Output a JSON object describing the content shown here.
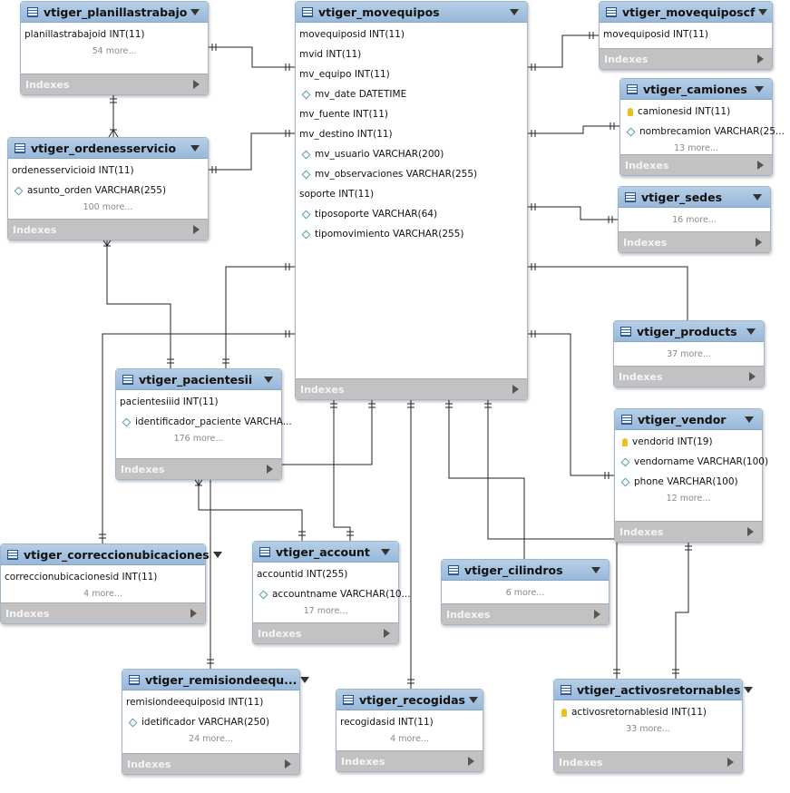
{
  "tables": [
    {
      "id": "planillastrabajo",
      "name": "vtiger_planillastrabajo",
      "columns": [
        {
          "text": "planillastrabajoid INT(11)",
          "icon": "none"
        }
      ],
      "more": "54 more...",
      "indexes": "Indexes"
    },
    {
      "id": "ordenesservicio",
      "name": "vtiger_ordenesservicio",
      "columns": [
        {
          "text": "ordenesservicioid INT(11)",
          "icon": "none"
        },
        {
          "text": "asunto_orden VARCHAR(255)",
          "icon": "diamond"
        }
      ],
      "more": "100 more...",
      "indexes": "Indexes"
    },
    {
      "id": "movequipos",
      "name": "vtiger_movequipos",
      "columns": [
        {
          "text": "movequiposid INT(11)",
          "icon": "none"
        },
        {
          "text": "mvid INT(11)",
          "icon": "none"
        },
        {
          "text": "mv_equipo INT(11)",
          "icon": "none"
        },
        {
          "text": "mv_date DATETIME",
          "icon": "diamond"
        },
        {
          "text": "mv_fuente INT(11)",
          "icon": "none"
        },
        {
          "text": "mv_destino INT(11)",
          "icon": "none"
        },
        {
          "text": "mv_usuario VARCHAR(200)",
          "icon": "diamond"
        },
        {
          "text": "mv_observaciones VARCHAR(255)",
          "icon": "diamond"
        },
        {
          "text": "soporte INT(11)",
          "icon": "none"
        },
        {
          "text": "tiposoporte VARCHAR(64)",
          "icon": "diamond"
        },
        {
          "text": "tipomovimiento VARCHAR(255)",
          "icon": "diamond"
        }
      ],
      "more": "",
      "indexes": "Indexes"
    },
    {
      "id": "movequiposcf",
      "name": "vtiger_movequiposcf",
      "columns": [
        {
          "text": "movequiposid INT(11)",
          "icon": "none"
        }
      ],
      "more": "",
      "indexes": "Indexes"
    },
    {
      "id": "camiones",
      "name": "vtiger_camiones",
      "columns": [
        {
          "text": "camionesid INT(11)",
          "icon": "key"
        },
        {
          "text": "nombrecamion VARCHAR(25...",
          "icon": "diamond"
        }
      ],
      "more": "13 more...",
      "indexes": "Indexes"
    },
    {
      "id": "sedes",
      "name": "vtiger_sedes",
      "columns": [],
      "more": "16 more...",
      "indexes": "Indexes"
    },
    {
      "id": "products",
      "name": "vtiger_products",
      "columns": [],
      "more": "37 more...",
      "indexes": "Indexes"
    },
    {
      "id": "pacientesii",
      "name": "vtiger_pacientesii",
      "columns": [
        {
          "text": "pacientesiiid INT(11)",
          "icon": "none"
        },
        {
          "text": "identificador_paciente VARCHA...",
          "icon": "diamond"
        }
      ],
      "more": "176 more...",
      "indexes": "Indexes"
    },
    {
      "id": "vendor",
      "name": "vtiger_vendor",
      "columns": [
        {
          "text": "vendorid INT(19)",
          "icon": "key"
        },
        {
          "text": "vendorname VARCHAR(100)",
          "icon": "diamond"
        },
        {
          "text": "phone VARCHAR(100)",
          "icon": "diamond"
        }
      ],
      "more": "12 more...",
      "indexes": "Indexes"
    },
    {
      "id": "correccionubicaciones",
      "name": "vtiger_correccionubicaciones",
      "columns": [
        {
          "text": "correccionubicacionesid INT(11)",
          "icon": "none"
        }
      ],
      "more": "4 more...",
      "indexes": "Indexes"
    },
    {
      "id": "account",
      "name": "vtiger_account",
      "columns": [
        {
          "text": "accountid INT(255)",
          "icon": "none"
        },
        {
          "text": "accountname VARCHAR(10...",
          "icon": "diamond"
        }
      ],
      "more": "17 more...",
      "indexes": "Indexes"
    },
    {
      "id": "cilindros",
      "name": "vtiger_cilindros",
      "columns": [],
      "more": "6 more...",
      "indexes": "Indexes"
    },
    {
      "id": "remisiondeequipos",
      "name": "vtiger_remisiondeequ...",
      "columns": [
        {
          "text": "remisiondeequiposid INT(11)",
          "icon": "none"
        },
        {
          "text": "idetificador VARCHAR(250)",
          "icon": "diamond"
        }
      ],
      "more": "24 more...",
      "indexes": "Indexes"
    },
    {
      "id": "recogidas",
      "name": "vtiger_recogidas",
      "columns": [
        {
          "text": "recogidasid INT(11)",
          "icon": "none"
        }
      ],
      "more": "4 more...",
      "indexes": "Indexes"
    },
    {
      "id": "activosretornables",
      "name": "vtiger_activosretornables",
      "columns": [
        {
          "text": "activosretornablesid INT(11)",
          "icon": "key"
        }
      ],
      "more": "33 more...",
      "indexes": "Indexes"
    }
  ],
  "colors": {
    "header": "#98b9da",
    "line": "#222222",
    "indexes_bar": "#c2c2c2",
    "diamond": "#5aa0a8",
    "key": "#e8c020"
  }
}
